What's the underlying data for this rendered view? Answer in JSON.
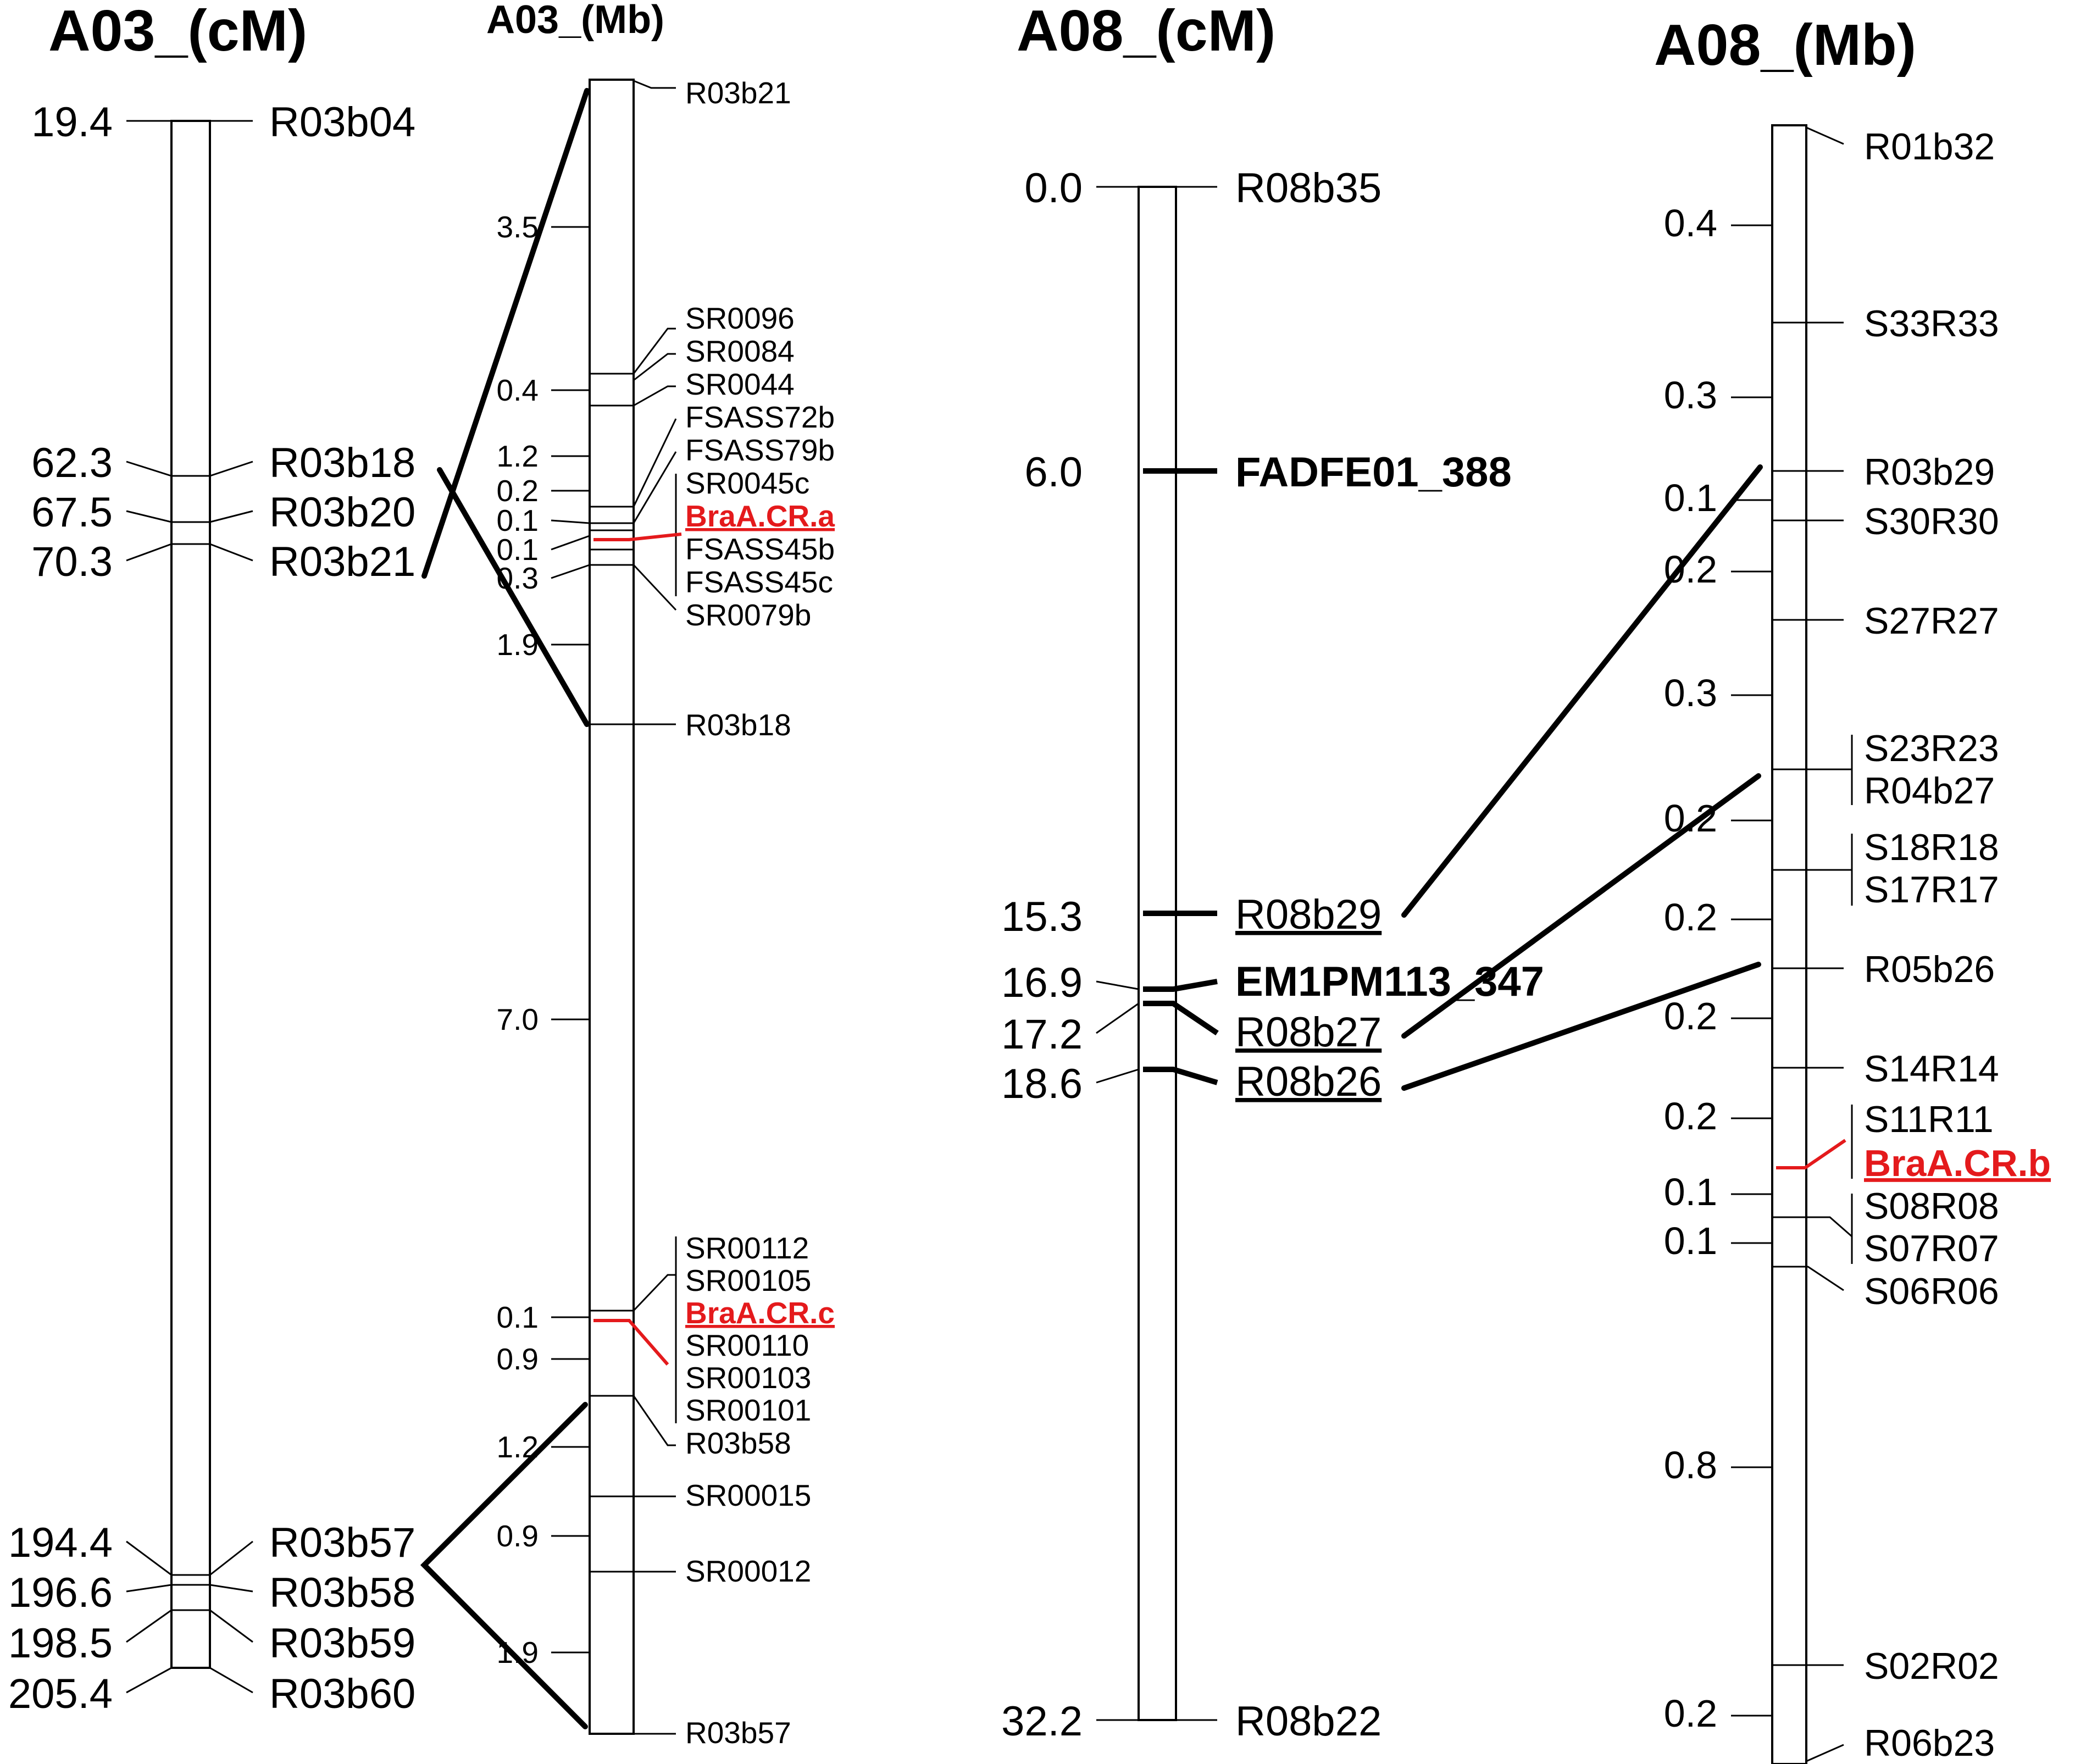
{
  "titles": {
    "a03_cm": "A03_(cM)",
    "a03_mb": "A03_(Mb)",
    "a08_cm": "A08_(cM)",
    "a08_mb": "A08_(Mb)"
  },
  "colors": {
    "highlight": "#e41a1c",
    "line": "#000000"
  },
  "a03_cm": [
    {
      "pos": "19.4",
      "name": "R03b04"
    },
    {
      "pos": "62.3",
      "name": "R03b18"
    },
    {
      "pos": "67.5",
      "name": "R03b20"
    },
    {
      "pos": "70.3",
      "name": "R03b21"
    },
    {
      "pos": "194.4",
      "name": "R03b57"
    },
    {
      "pos": "196.6",
      "name": "R03b58"
    },
    {
      "pos": "198.5",
      "name": "R03b59"
    },
    {
      "pos": "205.4",
      "name": "R03b60"
    }
  ],
  "a03_mb": {
    "markers": [
      "R03b21",
      "SR0096",
      "SR0084",
      "SR0044",
      "FSASS72b",
      "FSASS79b",
      "SR0045c",
      "BraA.CR.a",
      "FSASS45b",
      "FSASS45c",
      "SR0079b",
      "R03b18",
      "SR00112",
      "SR00105",
      "BraA.CR.c",
      "SR00110",
      "SR00103",
      "SR00101",
      "R03b58",
      "SR00015",
      "SR00012",
      "R03b57"
    ],
    "intervals": [
      "3.5",
      "0.4",
      "1.2",
      "0.2",
      "0.1",
      "0.1",
      "0.3",
      "1.9",
      "7.0",
      "0.1",
      "0.9",
      "1.2",
      "0.9",
      "1.9"
    ]
  },
  "a08_cm": [
    {
      "pos": "0.0",
      "name": "R08b35"
    },
    {
      "pos": "6.0",
      "name": "FADFE01_388"
    },
    {
      "pos": "15.3",
      "name": "R08b29"
    },
    {
      "pos": "16.9",
      "name": "EM1PM113_347"
    },
    {
      "pos": "17.2",
      "name": "R08b27"
    },
    {
      "pos": "18.6",
      "name": "R08b26"
    },
    {
      "pos": "32.2",
      "name": "R08b22"
    }
  ],
  "a08_mb": {
    "markers": [
      "R01b32",
      "S33R33",
      "R03b29",
      "S30R30",
      "S27R27",
      "S23R23",
      "R04b27",
      "S18R18",
      "S17R17",
      "R05b26",
      "S14R14",
      "S11R11",
      "BraA.CR.b",
      "S08R08",
      "S07R07",
      "S06R06",
      "S02R02",
      "R06b23"
    ],
    "intervals": [
      "0.4",
      "0.3",
      "0.1",
      "0.2",
      "0.3",
      "0.2",
      "0.2",
      "0.2",
      "0.2",
      "0.1",
      "0.1",
      "0.8",
      "0.2"
    ]
  }
}
